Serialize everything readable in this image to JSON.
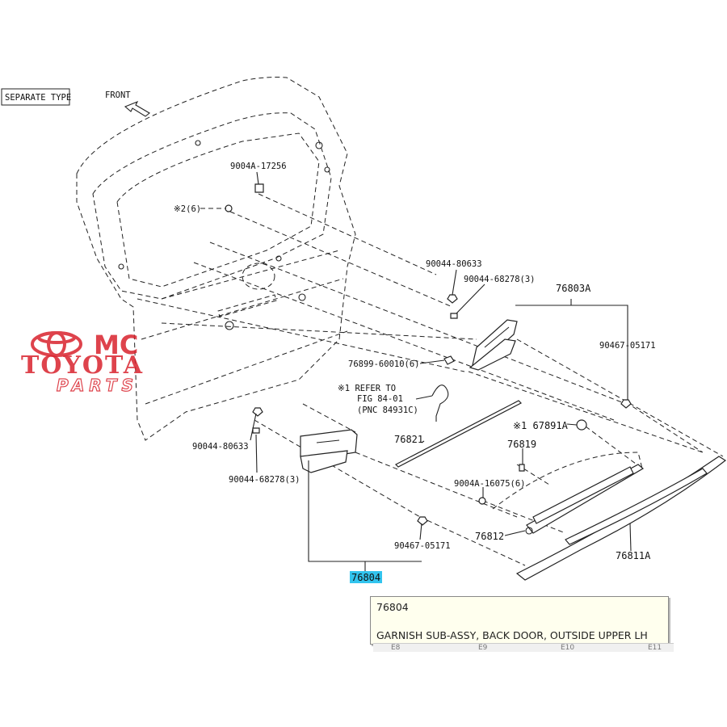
{
  "diagram": {
    "separate_type": "SEPARATE TYPE",
    "front_label": "FRONT",
    "callouts": [
      {
        "id": "c1",
        "text": "9004A-17256"
      },
      {
        "id": "c2",
        "text": "※2(6)"
      },
      {
        "id": "c3",
        "text": "90044-80633"
      },
      {
        "id": "c4",
        "text": "90044-68278(3)"
      },
      {
        "id": "c5",
        "text": "76803A"
      },
      {
        "id": "c6",
        "text": "90467-05171"
      },
      {
        "id": "c7",
        "text": "76899-60010(6)"
      },
      {
        "id": "c8",
        "text": "※1 REFER TO"
      },
      {
        "id": "c9",
        "text": "FIG 84-01"
      },
      {
        "id": "c10",
        "text": "(PNC 84931C)"
      },
      {
        "id": "c11",
        "text": "※1 67891A"
      },
      {
        "id": "c12",
        "text": "76821"
      },
      {
        "id": "c13",
        "text": "76819"
      },
      {
        "id": "c14",
        "text": "9004A-16075(6)"
      },
      {
        "id": "c15",
        "text": "90044-80633"
      },
      {
        "id": "c16",
        "text": "90044-68278(3)"
      },
      {
        "id": "c17",
        "text": "76812"
      },
      {
        "id": "c18",
        "text": "76811A"
      },
      {
        "id": "c19",
        "text": "90467-05171"
      },
      {
        "id": "c20",
        "text": "76804"
      }
    ]
  },
  "watermark": {
    "line1": "MC",
    "line2": "TOYOTA",
    "line3": "PARTS",
    "color": "#d9232d"
  },
  "tooltip": {
    "code": "76804",
    "description": "GARNISH SUB-ASSY, BACK DOOR, OUTSIDE UPPER LH"
  },
  "tabs": [
    "E8",
    "E9",
    "E10",
    "E11"
  ],
  "colors": {
    "highlight": "#32c4ee",
    "tooltip_bg": "#ffffee"
  }
}
